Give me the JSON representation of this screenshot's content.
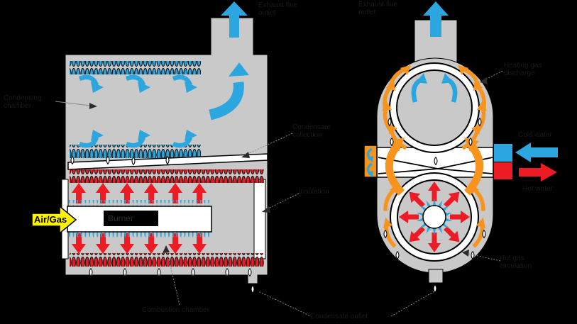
{
  "diagram_type": "condensing-boiler-heat-exchanger",
  "colors": {
    "background": "#000000",
    "body_gray": "#c9c9c9",
    "flow_blue": "#2ba6de",
    "heat_red": "#ed1c24",
    "gas_orange": "#f7941d",
    "inlet_yellow": "#fff200",
    "surface_white": "#ffffff",
    "label_text": "#191919"
  },
  "left_diagram": {
    "labels": {
      "exhaust_flue_outlet": "Exhaust flue\noutlet",
      "condensing_chamber": "Condensing\nchamber",
      "condensate_collection": "Condensate\ncollection",
      "insulation": "Insulation",
      "combustion_chamber": "Combustion chamber",
      "air_gas": "Air/Gas",
      "burner": "Burner"
    }
  },
  "right_diagram": {
    "labels": {
      "exhaust_flue_outlet": "Exhaust flue\noutlet",
      "heating_gas_discharge": "Heating gas\ndischarge",
      "hot_gas_circulation": "Hot gas\ncirculation",
      "cold_water": "Cold water",
      "hot_water": "Hot water"
    }
  },
  "shared_labels": {
    "condensate_outlet": "Condensate outlet"
  }
}
